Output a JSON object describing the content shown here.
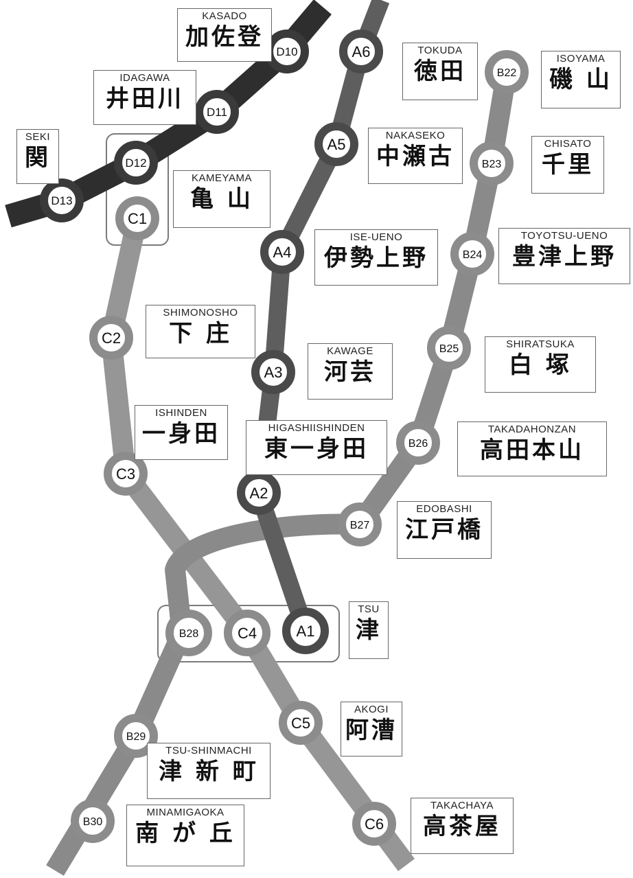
{
  "colors": {
    "line_d": "#2e2e2e",
    "line_a": "#5e5e5e",
    "line_b": "#8a8a8a",
    "line_c": "#969696",
    "ring_d": "#3a3a3a",
    "ring_a": "#4a4a4a",
    "ring_b": "#8c8c8c",
    "ring_c": "#8c8c8c"
  },
  "stations": [
    {
      "code": "D10",
      "en": "KASADO",
      "jp": "加佐登"
    },
    {
      "code": "D11",
      "en": "IDAGAWA",
      "jp": "井田川"
    },
    {
      "code": "D12",
      "en": "",
      "jp": ""
    },
    {
      "code": "D13",
      "en": "SEKI",
      "jp": "関"
    },
    {
      "code": "C1",
      "en": "KAMEYAMA",
      "jp": "亀 山"
    },
    {
      "code": "C2",
      "en": "SHIMONOSHO",
      "jp": "下 庄"
    },
    {
      "code": "C3",
      "en": "ISHINDEN",
      "jp": "一身田"
    },
    {
      "code": "C4",
      "en": "",
      "jp": ""
    },
    {
      "code": "C5",
      "en": "AKOGI",
      "jp": "阿漕"
    },
    {
      "code": "C6",
      "en": "TAKACHAYA",
      "jp": "高茶屋"
    },
    {
      "code": "A1",
      "en": "TSU",
      "jp": "津"
    },
    {
      "code": "A2",
      "en": "HIGASHIISHINDEN",
      "jp": "東一身田"
    },
    {
      "code": "A3",
      "en": "KAWAGE",
      "jp": "河芸"
    },
    {
      "code": "A4",
      "en": "ISE-UENO",
      "jp": "伊勢上野"
    },
    {
      "code": "A5",
      "en": "NAKASEKO",
      "jp": "中瀬古"
    },
    {
      "code": "A6",
      "en": "TOKUDA",
      "jp": "徳田"
    },
    {
      "code": "B22",
      "en": "ISOYAMA",
      "jp": "磯 山"
    },
    {
      "code": "B23",
      "en": "CHISATO",
      "jp": "千里"
    },
    {
      "code": "B24",
      "en": "TOYOTSU-UENO",
      "jp": "豊津上野"
    },
    {
      "code": "B25",
      "en": "SHIRATSUKA",
      "jp": "白 塚"
    },
    {
      "code": "B26",
      "en": "TAKADAHONZAN",
      "jp": "高田本山"
    },
    {
      "code": "B27",
      "en": "EDOBASHI",
      "jp": "江戸橋"
    },
    {
      "code": "B28",
      "en": "",
      "jp": ""
    },
    {
      "code": "B29",
      "en": "TSU-SHINMACHI",
      "jp": "津 新 町"
    },
    {
      "code": "B30",
      "en": "MINAMIGAOKA",
      "jp": "南 が 丘"
    }
  ]
}
